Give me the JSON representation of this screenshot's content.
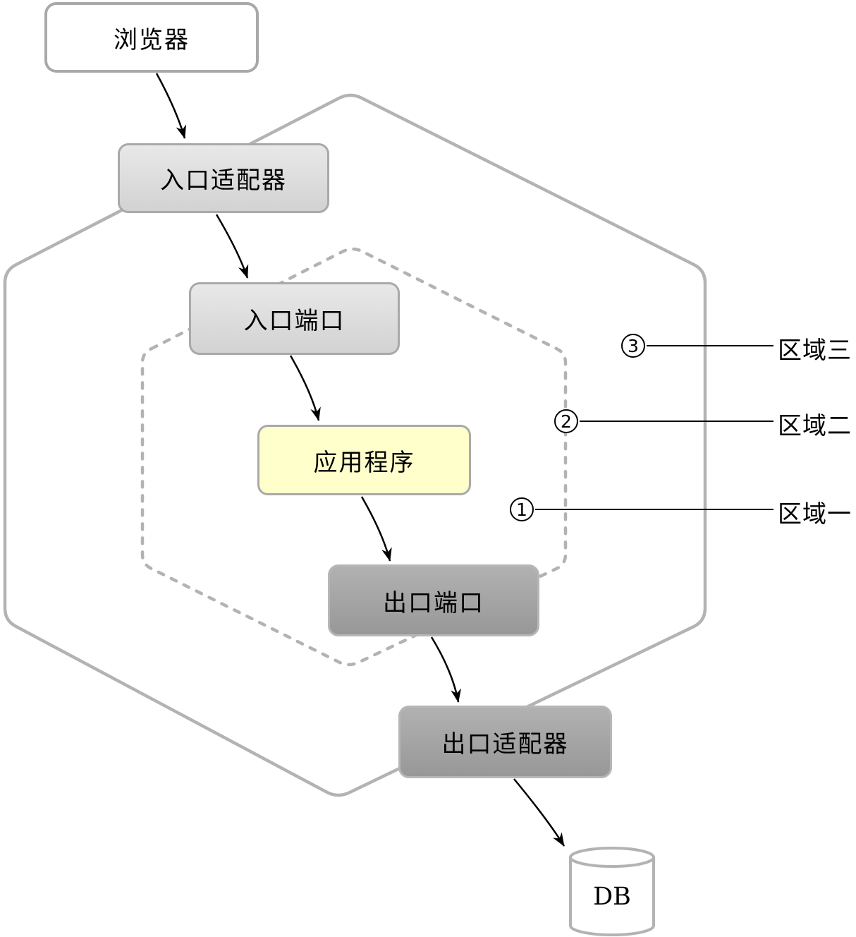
{
  "diagram": {
    "title": "hexagonal-architecture",
    "nodes": {
      "browser": "浏览器",
      "inbound_adapter": "入口适配器",
      "inbound_port": "入口端口",
      "application": "应用程序",
      "outbound_port": "出口端口",
      "outbound_adapter": "出口适配器",
      "database": "DB"
    },
    "regions": [
      {
        "number": "3",
        "label": "区域三"
      },
      {
        "number": "2",
        "label": "区域二"
      },
      {
        "number": "1",
        "label": "区域一"
      }
    ],
    "colors": {
      "hexagon_stroke": "#b3b3b3",
      "box_border_light": "#a9a9a9",
      "box_border_dark": "#b6b6b6",
      "light_box_fill": "#d9d9d9",
      "yellow_box_fill": "#ffffcc",
      "dark_box_fill": "#a0a0a0",
      "arrow": "#000000",
      "text": "#000000",
      "background": "#ffffff"
    }
  }
}
